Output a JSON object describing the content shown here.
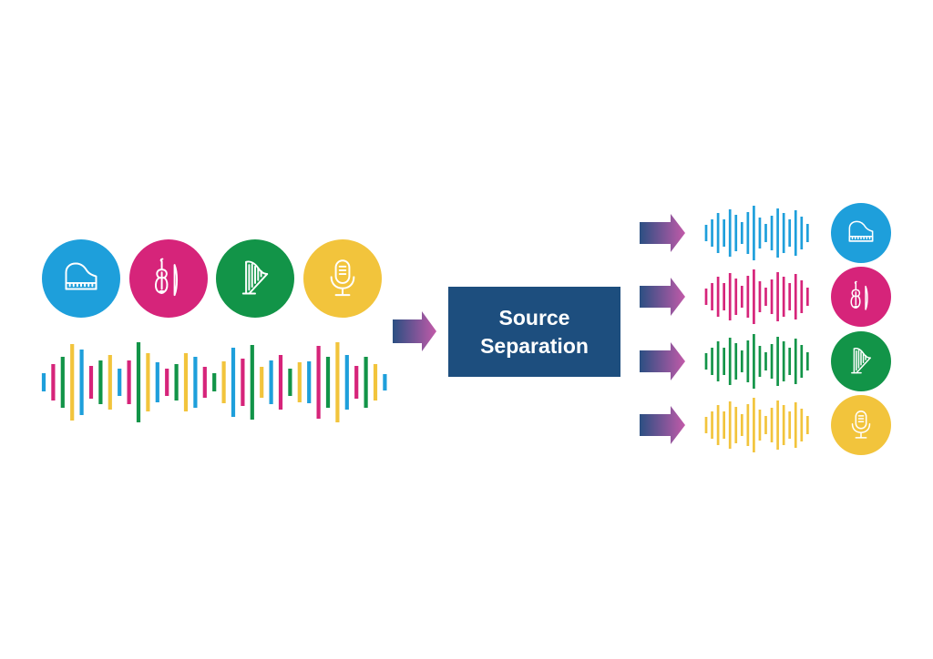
{
  "process": {
    "line1": "Source",
    "line2": "Separation",
    "box_color": "#1d4e7e"
  },
  "colors": {
    "blue": "#1e9fdb",
    "magenta": "#d6247a",
    "green": "#129448",
    "yellow": "#f2c43c",
    "arrow_start": "#2b4f82",
    "arrow_end": "#c25aa9"
  },
  "inputs": [
    {
      "instrument": "piano",
      "icon": "piano-icon",
      "color": "blue"
    },
    {
      "instrument": "violin",
      "icon": "violin-icon",
      "color": "magenta"
    },
    {
      "instrument": "harp",
      "icon": "harp-icon",
      "color": "green"
    },
    {
      "instrument": "vocals",
      "icon": "microphone-icon",
      "color": "yellow"
    }
  ],
  "outputs": [
    {
      "instrument": "piano",
      "icon": "piano-icon",
      "color": "blue"
    },
    {
      "instrument": "violin",
      "icon": "violin-icon",
      "color": "magenta"
    },
    {
      "instrument": "harp",
      "icon": "harp-icon",
      "color": "green"
    },
    {
      "instrument": "vocals",
      "icon": "microphone-icon",
      "color": "yellow"
    }
  ]
}
